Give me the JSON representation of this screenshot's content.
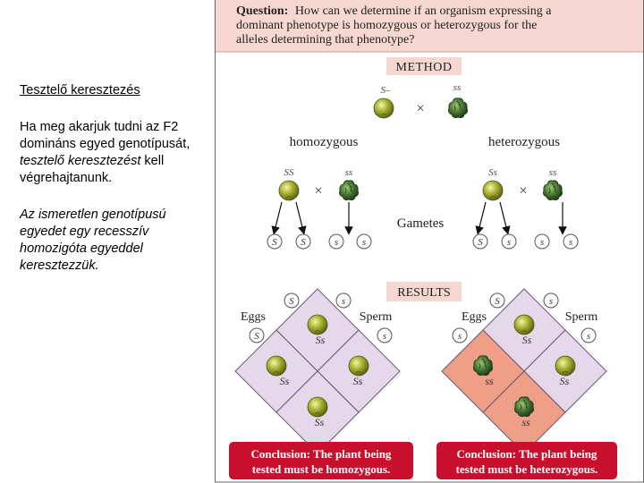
{
  "left_text": {
    "title": "Tesztelő keresztezés",
    "para1_a": "Ha meg akarjuk tudni az F2 domináns egyed genotípusát, ",
    "para1_em": "tesztelő keresztezést",
    "para1_b": " kell végrehajtanunk.",
    "para2": "Az ismeretlen genotípusú egyedet egy recesszív homozigóta egyeddel keresztezzük."
  },
  "figure": {
    "question_label": "Question:",
    "question_rest_1": "How can we determine if an organism expressing a",
    "question_line_2": "dominant phenotype is homozygous or heterozygous for the",
    "question_line_3": "alleles determining that phenotype?",
    "method_label": "METHOD",
    "top_dominant": "S–",
    "top_recessive": "ss",
    "homozygous_label": "homozygous",
    "heterozygous_label": "heterozygous",
    "homo_dominant": "SS",
    "homo_recessive": "ss",
    "hetero_dominant": "Ss",
    "hetero_recessive": "ss",
    "gametes_label": "Gametes",
    "results_label": "RESULTS",
    "eggs_label": "Eggs",
    "sperm_label": "Sperm",
    "allele_S": "S",
    "allele_s": "s",
    "cell_Ss": "Ss",
    "cell_ss": "ss",
    "conclusion_left_1": "Conclusion: The plant being",
    "conclusion_left_2": "tested must be homozygous.",
    "conclusion_right_1": "Conclusion: The plant being",
    "conclusion_right_2": "tested must be heterozygous.",
    "colors": {
      "question_bg": "#f6d7d2",
      "results_bg": "#f6d7d2",
      "punnett_fill": "#e4d8ea",
      "punnett_recessive_fill": "#ef9f87",
      "conclusion_bg": "#c8102e",
      "pea_smooth": "#8f9a22",
      "pea_wrinkled": "#2e5a26"
    }
  }
}
